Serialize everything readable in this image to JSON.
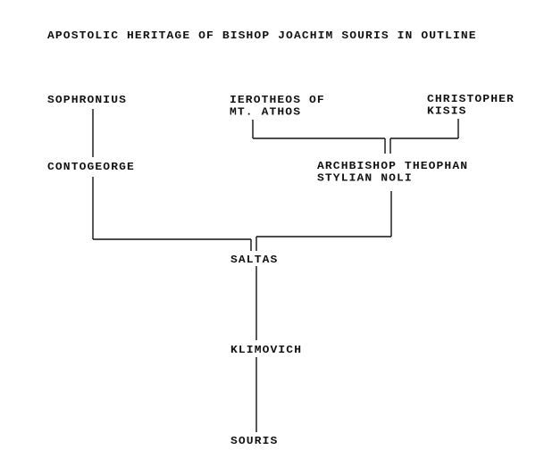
{
  "title": "APOSTOLIC HERITAGE OF BISHOP JOACHIM SOURIS IN OUTLINE",
  "nodes": {
    "sophronius": "SOPHRONIUS",
    "ierotheos": [
      "IEROTHEOS OF",
      "MT. ATHOS"
    ],
    "christopher": [
      "CHRISTOPHER",
      "KISIS"
    ],
    "contogeorge": "CONTOGEORGE",
    "noli": [
      "ARCHBISHOP THEOPHAN",
      "STYLIAN NOLI"
    ],
    "saltas": "SALTAS",
    "klimovich": "KLIMOVICH",
    "souris": "SOURIS"
  }
}
